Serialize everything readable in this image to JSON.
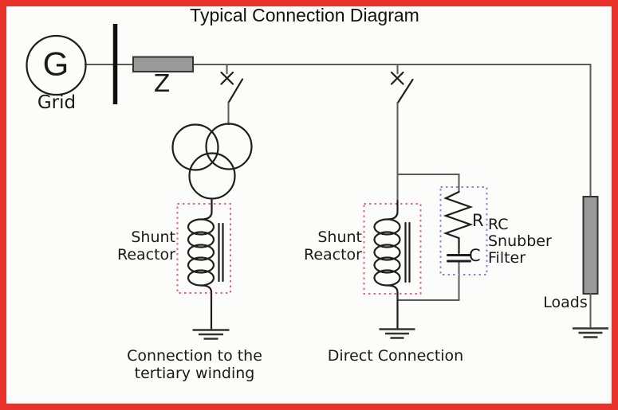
{
  "title": "Typical Connection Diagram",
  "generator": {
    "letter": "G",
    "label": "Grid"
  },
  "impedance": {
    "label": "Z"
  },
  "tertiary_branch": {
    "reactor_label": "Shunt Reactor",
    "caption": "Connection to the tertiary winding"
  },
  "direct_branch": {
    "reactor_label": "Shunt Reactor",
    "caption": "Direct Connection"
  },
  "snubber": {
    "resistor_label": "R",
    "capacitor_label": "C",
    "label": "RC Snubber Filter"
  },
  "loads": {
    "label": "Loads"
  },
  "colors": {
    "frame": "#e8322b",
    "wire": "#5a5a5a",
    "symbol": "#1e1e1e",
    "component_fill": "#9a9a9a",
    "reactor_outline": "#e4697e",
    "snubber_outline": "#8289e2"
  }
}
